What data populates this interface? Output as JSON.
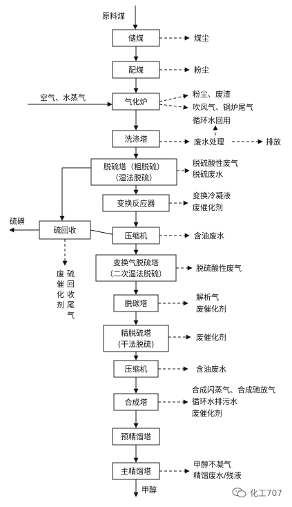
{
  "raw_input": "原料煤",
  "product": "甲醇",
  "side_input": "空气、水蒸气",
  "process_steps": [
    {
      "id": "storage",
      "lines": [
        "储煤"
      ]
    },
    {
      "id": "blending",
      "lines": [
        "配煤"
      ]
    },
    {
      "id": "gasifier",
      "lines": [
        "气化炉"
      ]
    },
    {
      "id": "scrubber",
      "lines": [
        "洗涤塔"
      ]
    },
    {
      "id": "desulf1",
      "lines": [
        "脱硫塔（粗脱硫）",
        "（湿法脱硫）"
      ]
    },
    {
      "id": "shift",
      "lines": [
        "变换反应器"
      ]
    },
    {
      "id": "compressor1",
      "lines": [
        "压缩机"
      ]
    },
    {
      "id": "desulf2",
      "lines": [
        "变换气脱硫塔",
        "（二次湿法脱硫）"
      ]
    },
    {
      "id": "decarb",
      "lines": [
        "脱碳塔"
      ]
    },
    {
      "id": "finedesulf",
      "lines": [
        "精脱硫塔",
        "(干法脱硫)"
      ]
    },
    {
      "id": "compressor2",
      "lines": [
        "压缩机"
      ]
    },
    {
      "id": "synthesis",
      "lines": [
        "合成塔"
      ]
    },
    {
      "id": "predistill",
      "lines": [
        "预精馏塔"
      ]
    },
    {
      "id": "maindistill",
      "lines": [
        "主精馏塔"
      ]
    }
  ],
  "emissions": {
    "storage": [
      "煤尘"
    ],
    "blending": [
      "粉尘"
    ],
    "gasifier": [
      "粉尘、废渣",
      "吹风气、锅炉尾气"
    ],
    "gasifier_recycle": "循环水回用",
    "scrubber": [
      "废水处理"
    ],
    "scrubber_out": "排放",
    "desulf1": [
      "脱硫酸性废气",
      "脱硫废水"
    ],
    "shift": [
      "变换冷凝液",
      "废催化剂"
    ],
    "compressor1": [
      "含油废水"
    ],
    "desulf2": [
      "脱硫酸性废气"
    ],
    "decarb": [
      "解析气",
      "废催化剂"
    ],
    "finedesulf": [
      "废催化剂"
    ],
    "compressor2": [
      "含油废水"
    ],
    "synthesis": [
      "合成闪蒸气、合成驰放气",
      "循环水排污水",
      "废催化剂"
    ],
    "maindistill": [
      "甲醇不凝气",
      "精馏废水/残液"
    ]
  },
  "sulfur_recovery": {
    "box": "硫回收",
    "product": "硫磺",
    "tail_left": "废催化剂",
    "tail_right": "硫回收尾气"
  },
  "watermark": "化工707"
}
